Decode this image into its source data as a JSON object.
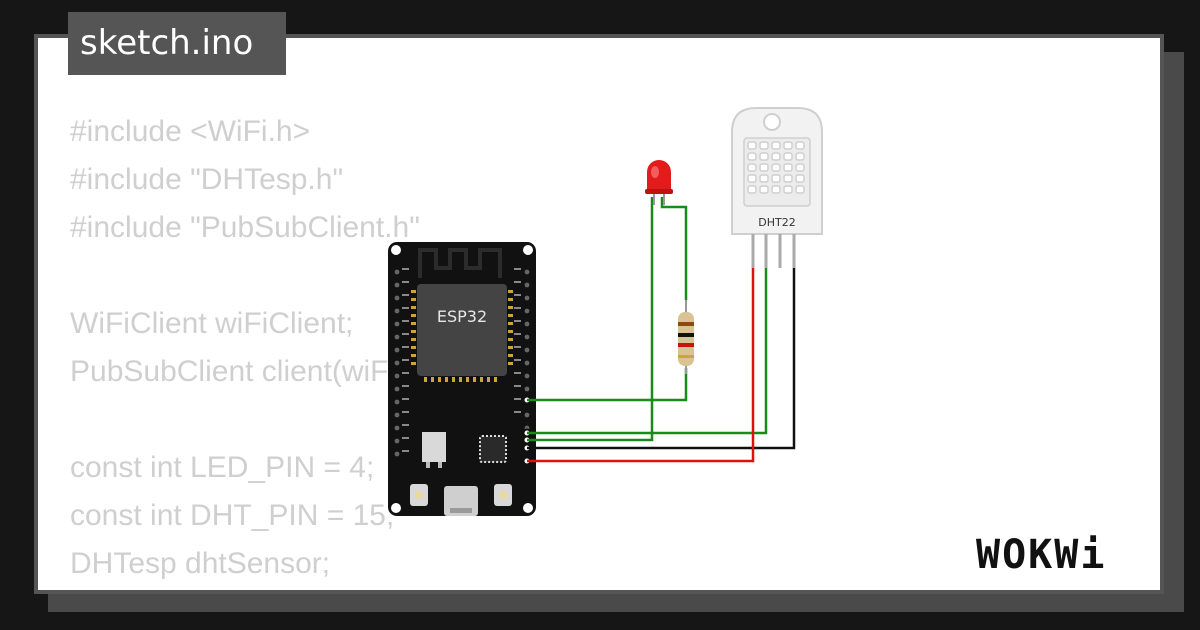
{
  "file_tab": {
    "label": "sketch.ino"
  },
  "code_lines": [
    "#include <WiFi.h>",
    "#include \"DHTesp.h\"",
    "#include \"PubSubClient.h\"",
    "",
    "WiFiClient wiFiClient;",
    "PubSubClient client(wiFiClient);",
    "",
    "const int LED_PIN = 4;",
    "const int DHT_PIN = 15;",
    "DHTesp dhtSensor;"
  ],
  "components": {
    "mcu_label": "ESP32",
    "sensor_label": "DHT22"
  },
  "brand": {
    "logo_text": "WOKWi"
  },
  "colors": {
    "background": "#161616",
    "card": "#ffffff",
    "tab": "#555555",
    "code_text": "#cfcfcf",
    "wire_green": "#1a8a1a",
    "wire_red": "#e01010",
    "wire_black": "#111111",
    "led_red": "#e21b1b"
  },
  "icons": [
    "esp32-board",
    "dht22-sensor",
    "red-led",
    "resistor",
    "wokwi-logo"
  ]
}
